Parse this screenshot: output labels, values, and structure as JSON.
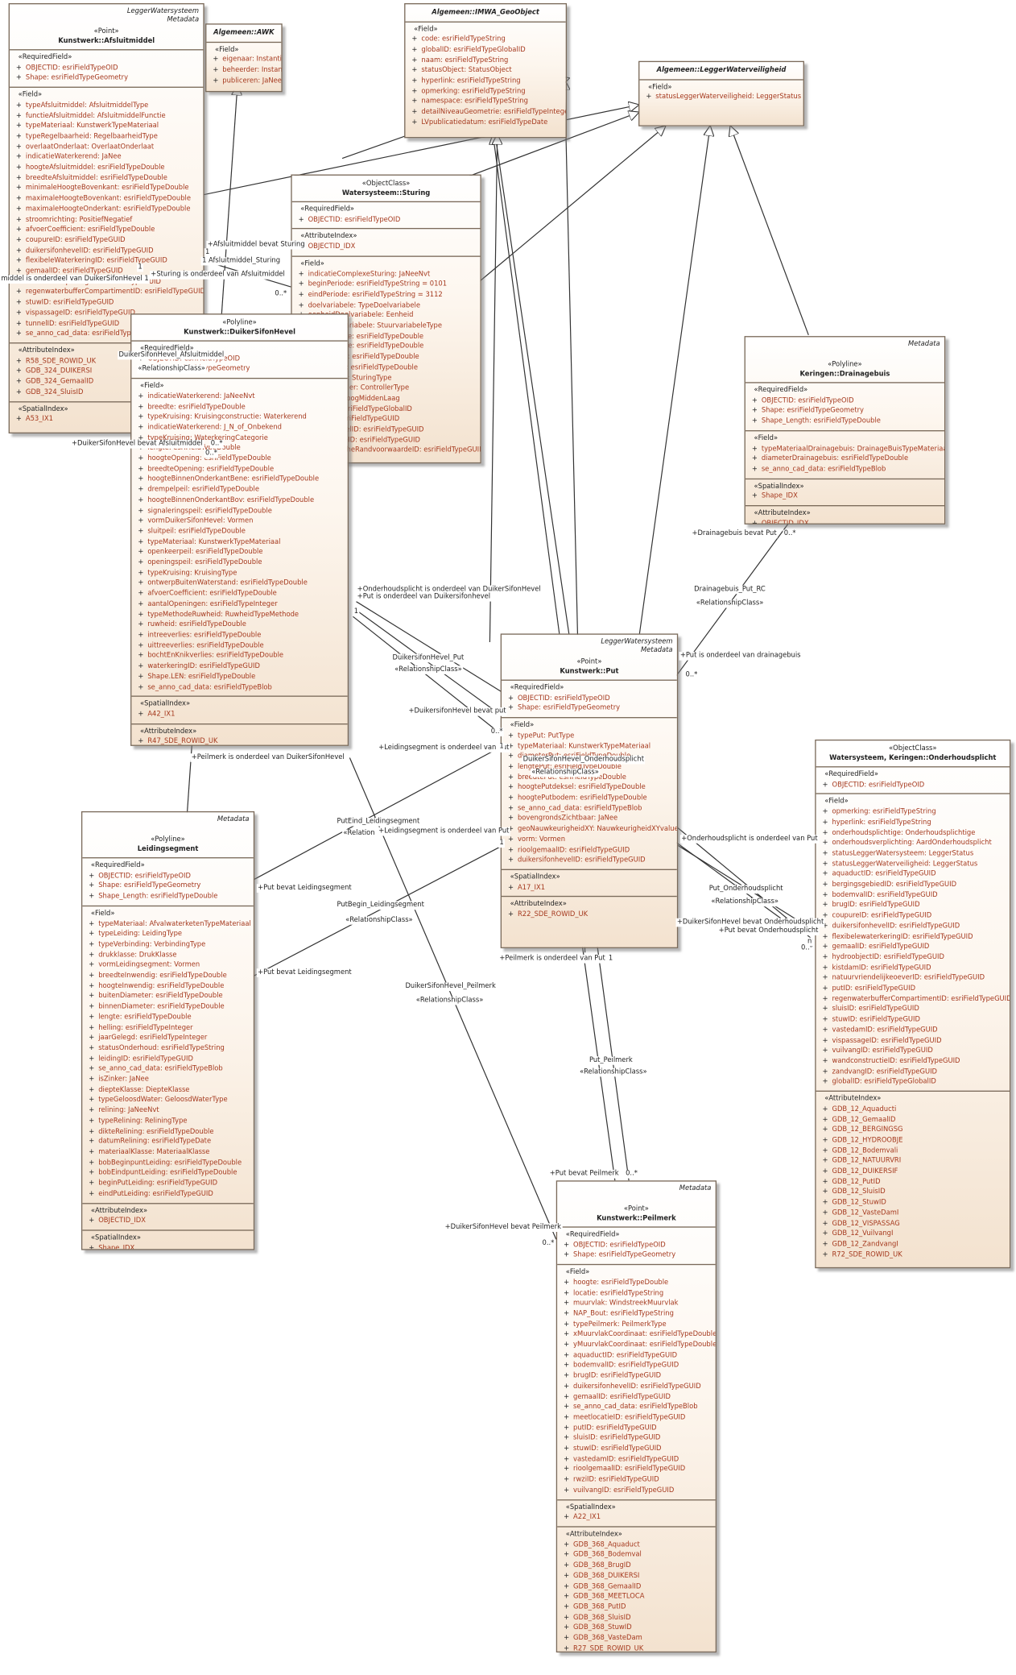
{
  "classes": [
    {
      "id": "afsluitmiddel",
      "pkg": [
        "LeggerWatersysteem",
        "Metadata"
      ],
      "stereotype": "«Point»",
      "name": "Kunstwerk::Afsluitmiddel",
      "italic": false,
      "sections": [
        {
          "title": "«RequiredField»",
          "rows": [
            "OBJECTID: esriFieldTypeOID",
            "Shape: esriFieldTypeGeometry"
          ]
        },
        {
          "title": "«Field»",
          "rows": [
            "typeAfsluitmiddel: AfsluitmiddelType",
            "functieAfsluitmiddel: AfsluitmiddelFunctie",
            "typeMateriaal: KunstwerkTypeMateriaal",
            "typeRegelbaarheid: RegelbaarheidType",
            "overlaatOnderlaat: OverlaatOnderlaat",
            "indicatieWaterkerend: JaNee",
            "hoogteAfsluitmiddel: esriFieldTypeDouble",
            "breedteAfsluitmiddel: esriFieldTypeDouble",
            "minimaleHoogteBovenkant: esriFieldTypeDouble",
            "maximaleHoogteBovenkant: esriFieldTypeDouble",
            "maximaleHoogteOnderkant: esriFieldTypeDouble",
            "stroomrichting: PositiefNegatief",
            "afvoerCoefficient: esriFieldTypeDouble",
            "coupureID: esriFieldTypeGUID",
            "duikersifonhevelID: esriFieldTypeGUID",
            "flexibeleWaterkeringID: esriFieldTypeGUID",
            "gemaalID: esriFieldTypeGUID",
            "kunstwerkOpeningID: esriFieldTypeGUID",
            "regenwaterbufferCompartimentID: esriFieldTypeGUID",
            "stuwID: esriFieldTypeGUID",
            "vispassageID: esriFieldTypeGUID",
            "tunnelID: esriFieldTypeGUID",
            "se_anno_cad_data: esriFieldTypeBlob"
          ]
        },
        {
          "title": "«AttributeIndex»",
          "rows": [
            "R58_SDE_ROWID_UK",
            "GDB_324_DUIKERSI",
            "GDB_324_GemaalID",
            "GDB_324_SluisID"
          ]
        },
        {
          "title": "«SpatialIndex»",
          "rows": [
            "A53_IX1"
          ]
        }
      ]
    },
    {
      "id": "awk",
      "pkg": [],
      "stereotype": "",
      "name": "Algemeen::AWK",
      "italic": true,
      "sections": [
        {
          "title": "«Field»",
          "rows": [
            "eigenaar: Instantie",
            "beheerder: Instantie",
            "publiceren: JaNee = J"
          ]
        }
      ]
    },
    {
      "id": "geoobject",
      "pkg": [],
      "stereotype": "",
      "name": "Algemeen::IMWA_GeoObject",
      "italic": true,
      "sections": [
        {
          "title": "«Field»",
          "rows": [
            "code: esriFieldTypeString",
            "globalID: esriFieldTypeGlobalID",
            "naam: esriFieldTypeString",
            "statusObject: StatusObject",
            "hyperlink: esriFieldTypeString",
            "opmerking: esriFieldTypeString",
            "namespace: esriFieldTypeString",
            "detailNiveauGeometrie: esriFieldTypeInteger",
            "LVpublicatiedatum: esriFieldTypeDate"
          ]
        }
      ]
    },
    {
      "id": "leggerwaterveiligheid",
      "pkg": [],
      "stereotype": "",
      "name": "Algemeen::LeggerWaterveiligheid",
      "italic": true,
      "sections": [
        {
          "title": "«Field»",
          "rows": [
            "statusLeggerWaterveiligheid: LeggerStatus"
          ]
        }
      ]
    },
    {
      "id": "sturing",
      "pkg": [],
      "stereotype": "«ObjectClass»",
      "name": "Watersysteem::Sturing",
      "italic": false,
      "sections": [
        {
          "title": "«RequiredField»",
          "rows": [
            "OBJECTID: esriFieldTypeOID"
          ]
        },
        {
          "title": "«AttributeIndex»",
          "rows": [
            "OBJECTID_IDX"
          ]
        },
        {
          "title": "«Field»",
          "rows": [
            "indicatieComplexeSturing: JaNeeNvt",
            "beginPeriode: esriFieldTypeString = 0101",
            "eindPeriode: esriFieldTypeString = 3112",
            "doelvariabele: TypeDoelvariabele",
            "eenheidDoelvariabele: Eenheid",
            "typeStuurvariabele: StuurvariabeleType",
            "vasteWaarde: esriFieldTypeDouble",
            "streefwaarde: esriFieldTypeDouble",
            "bovengrens: esriFieldTypeDouble",
            "ondergrens: esriFieldTypeDouble",
            "typeSturing: SturingType",
            "typeController: ControllerType",
            "prioriteit: HoogMiddenLaag",
            "globalID: esriFieldTypeGlobalID",
            "pompID: esriFieldTypeGUID",
            "afsluitmiddelID: esriFieldTypeGUID",
            "meetlocatieID: esriFieldTypeGUID",
            "hydrologischeRandvoorwaardeID: esriFieldTypeGUID"
          ]
        }
      ]
    },
    {
      "id": "duiker",
      "pkg": [],
      "stereotype": "«Polyline»",
      "name": "Kunstwerk::DuikerSifonHevel",
      "italic": false,
      "sections": [
        {
          "title": "«RequiredField»",
          "rows": [
            "OBJECTID: esriFieldTypeOID",
            "Shape: esriFieldTypeGeometry"
          ]
        },
        {
          "title": "«Field»",
          "rows": [
            "indicatieWaterkerend: JaNeeNvt",
            "breedte: esriFieldTypeDouble",
            "typeKruising: Kruisingconstructie: Waterkerend",
            "indicatieWaterkerend: J_N_of_Onbekend",
            "typeKruising: WaterkeringCategorie",
            "lengte: esriFieldTypeDouble",
            "hoogteOpening: esriFieldTypeDouble",
            "breedteOpening: esriFieldTypeDouble",
            "hoogteBinnenOnderkantBene: esriFieldTypeDouble",
            "drempelpeil: esriFieldTypeDouble",
            "hoogteBinnenOnderkantBov: esriFieldTypeDouble",
            "signaleringspeil: esriFieldTypeDouble",
            "vormDuikerSifonHevel: Vormen",
            "sluitpeil: esriFieldTypeDouble",
            "typeMateriaal: KunstwerkTypeMateriaal",
            "openkeerpeil: esriFieldTypeDouble",
            "openingspeil: esriFieldTypeDouble",
            "typeKruising: KruisingType",
            "ontwerpBuitenWaterstand: esriFieldTypeDouble",
            "afvoerCoefficient: esriFieldTypeDouble",
            "aantalOpeningen: esriFieldTypeInteger",
            "typeMethodeRuwheid: RuwheidTypeMethode",
            "ruwheid: esriFieldTypeDouble",
            "intreeverlies: esriFieldTypeDouble",
            "uittreeverlies: esriFieldTypeDouble",
            "bochtEnKnikverlies: esriFieldTypeDouble",
            "waterkeringID: esriFieldTypeGUID",
            "Shape.LEN: esriFieldTypeDouble",
            "se_anno_cad_data: esriFieldTypeBlob"
          ]
        },
        {
          "title": "«SpatialIndex»",
          "rows": [
            "A42_IX1"
          ]
        },
        {
          "title": "«AttributeIndex»",
          "rows": [
            "R47_SDE_ROWID_UK"
          ]
        }
      ]
    },
    {
      "id": "drainagebuis",
      "pkg": [
        "Metadata"
      ],
      "stereotype": "«Polyline»",
      "name": "Keringen::Drainagebuis",
      "italic": false,
      "sections": [
        {
          "title": "«RequiredField»",
          "rows": [
            "OBJECTID: esriFieldTypeOID",
            "Shape: esriFieldTypeGeometry",
            "Shape_Length: esriFieldTypeDouble"
          ]
        },
        {
          "title": "«Field»",
          "rows": [
            "typeMateriaalDrainagebuis: DrainageBuisTypeMateriaal",
            "diameterDrainagebuis: esriFieldTypeDouble",
            "se_anno_cad_data: esriFieldTypeBlob"
          ]
        },
        {
          "title": "«SpatialIndex»",
          "rows": [
            "Shape_IDX"
          ]
        },
        {
          "title": "«AttributeIndex»",
          "rows": [
            "OBJECTID_IDX"
          ]
        }
      ]
    },
    {
      "id": "put",
      "pkg": [
        "LeggerWatersysteem",
        "Metadata"
      ],
      "stereotype": "«Point»",
      "name": "Kunstwerk::Put",
      "italic": false,
      "sections": [
        {
          "title": "«RequiredField»",
          "rows": [
            "OBJECTID: esriFieldTypeOID",
            "Shape: esriFieldTypeGeometry"
          ]
        },
        {
          "title": "«Field»",
          "rows": [
            "typePut: PutType",
            "typeMateriaal: KunstwerkTypeMateriaal",
            "diameterPut: esriFieldTypeDouble",
            "lengtePut: esriFieldTypeDouble",
            "breedtePut: esriFieldTypeDouble",
            "hoogtePutdeksel: esriFieldTypeDouble",
            "hoogtePutbodem: esriFieldTypeDouble",
            "se_anno_cad_data: esriFieldTypeBlob",
            "bovengrondsZichtbaar: JaNee",
            "geoNauwkeurigheidXY: NauwkeurigheidXYvalue",
            "vorm: Vormen",
            "rioolgemaalID: esriFieldTypeGUID",
            "duikersifonhevelID: esriFieldTypeGUID"
          ]
        },
        {
          "title": "«SpatialIndex»",
          "rows": [
            "A17_IX1"
          ]
        },
        {
          "title": "«AttributeIndex»",
          "rows": [
            "R22_SDE_ROWID_UK"
          ]
        }
      ]
    },
    {
      "id": "onderhoudsplicht",
      "pkg": [],
      "stereotype": "«ObjectClass»",
      "name": "Watersysteem, Keringen::Onderhoudsplicht",
      "italic": false,
      "sections": [
        {
          "title": "«RequiredField»",
          "rows": [
            "OBJECTID: esriFieldTypeOID"
          ]
        },
        {
          "title": "«Field»",
          "rows": [
            "opmerking: esriFieldTypeString",
            "hyperlink: esriFieldTypeString",
            "onderhoudsplichtige: Onderhoudsplichtige",
            "onderhoudsverplichting: AardOnderhoudsplicht",
            "statusLeggerWatersysteem: LeggerStatus",
            "statusLeggerWaterveiligheid: LeggerStatus",
            "aquaductID: esriFieldTypeGUID",
            "bergingsgebiedID: esriFieldTypeGUID",
            "bodemvalID: esriFieldTypeGUID",
            "brugID: esriFieldTypeGUID",
            "coupureID: esriFieldTypeGUID",
            "duikersifonhevelID: esriFieldTypeGUID",
            "flexibelewaterkeringID: esriFieldTypeGUID",
            "gemaalID: esriFieldTypeGUID",
            "hydroobjectID: esriFieldTypeGUID",
            "kistdamID: esriFieldTypeGUID",
            "natuurvriendelijkeoeverID: esriFieldTypeGUID",
            "putID: esriFieldTypeGUID",
            "regenwaterbufferCompartimentID: esriFieldTypeGUID",
            "sluisID: esriFieldTypeGUID",
            "stuwID: esriFieldTypeGUID",
            "vastedamID: esriFieldTypeGUID",
            "vispassageID: esriFieldTypeGUID",
            "vuilvangID: esriFieldTypeGUID",
            "wandconstructieID: esriFieldTypeGUID",
            "zandvangID: esriFieldTypeGUID",
            "globalID: esriFieldTypeGlobalID"
          ]
        },
        {
          "title": "«AttributeIndex»",
          "rows": [
            "GDB_12_Aquaducti",
            "GDB_12_GemaalID",
            "GDB_12_BERGINGSG",
            "GDB_12_HYDROOBJE",
            "GDB_12_Bodemvali",
            "GDB_12_NATUURVRI",
            "GDB_12_DUIKERSIF",
            "GDB_12_PutID",
            "GDB_12_SluisID",
            "GDB_12_StuwID",
            "GDB_12_VasteDamI",
            "GDB_12_VISPASSAG",
            "GDB_12_VuilvangI",
            "GDB_12_ZandvangI",
            "R72_SDE_ROWID_UK"
          ]
        }
      ]
    },
    {
      "id": "leidingsegment",
      "pkg": [
        "Metadata"
      ],
      "stereotype": "«Polyline»",
      "name": "Leidingsegment",
      "italic": false,
      "sections": [
        {
          "title": "«RequiredField»",
          "rows": [
            "OBJECTID: esriFieldTypeOID",
            "Shape: esriFieldTypeGeometry",
            "Shape_Length: esriFieldTypeDouble"
          ]
        },
        {
          "title": "«Field»",
          "rows": [
            "typeMateriaal: AfvalwaterketenTypeMateriaal",
            "typeLeiding: LeidingType",
            "typeVerbinding: VerbindingType",
            "drukklasse: DrukKlasse",
            "vormLeidingsegment: Vormen",
            "breedteInwendig: esriFieldTypeDouble",
            "hoogteInwendig: esriFieldTypeDouble",
            "buitenDiameter: esriFieldTypeDouble",
            "binnenDiameter: esriFieldTypeDouble",
            "lengte: esriFieldTypeDouble",
            "helling: esriFieldTypeInteger",
            "jaarGelegd: esriFieldTypeInteger",
            "statusOnderhoud: esriFieldTypeString",
            "leidingID: esriFieldTypeGUID",
            "se_anno_cad_data: esriFieldTypeBlob",
            "isZinker: JaNee",
            "diepteKlasse: DiepteKlasse",
            "typeGeloosdWater: GeloosdWaterType",
            "relining: JaNeeNvt",
            "typeRelining: ReliningType",
            "dikteRelining: esriFieldTypeDouble",
            "datumRelining: esriFieldTypeDate",
            "materiaalKlasse: MateriaalKlasse",
            "bobBeginpuntLeiding: esriFieldTypeDouble",
            "bobEindpuntLeiding: esriFieldTypeDouble",
            "beginPutLeiding: esriFieldTypeGUID",
            "eindPutLeiding: esriFieldTypeGUID"
          ]
        },
        {
          "title": "«AttributeIndex»",
          "rows": [
            "OBJECTID_IDX"
          ]
        },
        {
          "title": "«SpatialIndex»",
          "rows": [
            "Shape_IDX"
          ]
        }
      ]
    },
    {
      "id": "peilmerk",
      "pkg": [
        "Metadata"
      ],
      "stereotype": "«Point»",
      "name": "Kunstwerk::Peilmerk",
      "italic": false,
      "sections": [
        {
          "title": "«RequiredField»",
          "rows": [
            "OBJECTID: esriFieldTypeOID",
            "Shape: esriFieldTypeGeometry"
          ]
        },
        {
          "title": "«Field»",
          "rows": [
            "hoogte: esriFieldTypeDouble",
            "locatie: esriFieldTypeString",
            "muurvlak: WindstreekMuurvlak",
            "NAP_Bout: esriFieldTypeString",
            "typePeilmerk: PeilmerkType",
            "xMuurvlakCoordinaat: esriFieldTypeDouble",
            "yMuurvlakCoordinaat: esriFieldTypeDouble",
            "aquaductID: esriFieldTypeGUID",
            "bodemvalID: esriFieldTypeGUID",
            "brugID: esriFieldTypeGUID",
            "duikersifonhevelID: esriFieldTypeGUID",
            "gemaalID: esriFieldTypeGUID",
            "se_anno_cad_data: esriFieldTypeBlob",
            "meetlocatieID: esriFieldTypeGUID",
            "putID: esriFieldTypeGUID",
            "sluisID: esriFieldTypeGUID",
            "stuwID: esriFieldTypeGUID",
            "vastedamID: esriFieldTypeGUID",
            "rioolgemaalID: esriFieldTypeGUID",
            "rwziID: esriFieldTypeGUID",
            "vuilvangID: esriFieldTypeGUID"
          ]
        },
        {
          "title": "«SpatialIndex»",
          "rows": [
            "A22_IX1"
          ]
        },
        {
          "title": "«AttributeIndex»",
          "rows": [
            "GDB_368_Aquaduct",
            "GDB_368_Bodemval",
            "GDB_368_BrugID",
            "GDB_368_DUIKERSI",
            "GDB_368_GemaalID",
            "GDB_368_MEETLOCA",
            "GDB_368_PutID",
            "GDB_368_SluisID",
            "GDB_368_StuwID",
            "GDB_368_VasteDam",
            "R27_SDE_ROWID_UK"
          ]
        }
      ]
    }
  ],
  "labels": [
    {
      "id": "l1",
      "text": "+Afsluitmiddel bevat Sturing"
    },
    {
      "id": "l2",
      "text": "1  Afsluitmiddel_Sturing"
    },
    {
      "id": "l3",
      "text": "+Sturing is onderdeel van Afsluitmiddel"
    },
    {
      "id": "l4",
      "text": "middel is onderdeel van DuikerSifonHevel  1"
    },
    {
      "id": "l5",
      "text": "0..*"
    },
    {
      "id": "l6",
      "text": "DuikerSifonHevel_Afsluitmiddel"
    },
    {
      "id": "l7",
      "text": "«RelationshipClass»"
    },
    {
      "id": "l8",
      "text": "+DuikerSifonHevel bevat Afsluitmiddel"
    },
    {
      "id": "l9",
      "text": "0..*"
    },
    {
      "id": "l10",
      "text": "+Onderhoudsplicht is onderdeel van DuikerSifonHevel"
    },
    {
      "id": "l11",
      "text": "+Put is onderdeel van Duikersifonhevel"
    },
    {
      "id": "l12",
      "text": "DuikersifonHevel_Put"
    },
    {
      "id": "l13",
      "text": "«RelationshipClass»"
    },
    {
      "id": "l14",
      "text": "+DuikersifonHevel bevat put"
    },
    {
      "id": "l15",
      "text": "+Leidingsegment is onderdeel van Put"
    },
    {
      "id": "l16",
      "text": "+Peilmerk is onderdeel van DuikerSifonHevel"
    },
    {
      "id": "l17",
      "text": "PutEind_Leidingsegment"
    },
    {
      "id": "l18",
      "text": "«Relation"
    },
    {
      "id": "l19",
      "text": "+Leidingsegment is onderdeel van Put"
    },
    {
      "id": "l20",
      "text": "+Put bevat Leidingsegment"
    },
    {
      "id": "l21",
      "text": "PutBegin_Leidingsegment"
    },
    {
      "id": "l22",
      "text": "«RelationshipClass»"
    },
    {
      "id": "l23",
      "text": "+Put bevat Leidingsegment"
    },
    {
      "id": "l24",
      "text": "DuikerSifonHevel_Peilmerk"
    },
    {
      "id": "l25",
      "text": "«RelationshipClass»"
    },
    {
      "id": "l26",
      "text": "+DuikerSifonHevel bevat Peilmerk"
    },
    {
      "id": "l27",
      "text": "0..*"
    },
    {
      "id": "l28",
      "text": "+Peilmerk is onderdeel van Put"
    },
    {
      "id": "l29",
      "text": "Put_Peilmerk"
    },
    {
      "id": "l30",
      "text": "«RelationshipClass»"
    },
    {
      "id": "l31",
      "text": "+Put bevat Peilmerk"
    },
    {
      "id": "l32",
      "text": "0..*"
    },
    {
      "id": "l33",
      "text": "+Drainagebuis bevat Put"
    },
    {
      "id": "l34",
      "text": "0..*"
    },
    {
      "id": "l35",
      "text": "Drainagebuis_Put_RC"
    },
    {
      "id": "l36",
      "text": "«RelationshipClass»"
    },
    {
      "id": "l37",
      "text": "+Put is onderdeel van drainagebuis"
    },
    {
      "id": "l38",
      "text": "0..*"
    },
    {
      "id": "l39",
      "text": "+Onderhoudsplicht is onderdeel van Put"
    },
    {
      "id": "l40",
      "text": "Put_Onderhoudsplicht"
    },
    {
      "id": "l41",
      "text": "«RelationshipClass»"
    },
    {
      "id": "l42",
      "text": "+DuikerSifonHevel bevat Onderhoudsplicht"
    },
    {
      "id": "l43",
      "text": "+Put bevat Onderhoudsplicht"
    },
    {
      "id": "l44",
      "text": "0..*"
    },
    {
      "id": "l45",
      "text": "DuikerSifonHevel_Onderhoudsplicht"
    },
    {
      "id": "l46",
      "text": "«RelationshipClass»"
    },
    {
      "id": "l47",
      "text": "1"
    },
    {
      "id": "l48",
      "text": "1"
    },
    {
      "id": "l49",
      "text": "1"
    },
    {
      "id": "l50",
      "text": "1"
    },
    {
      "id": "l51",
      "text": "1"
    },
    {
      "id": "l52",
      "text": "1"
    },
    {
      "id": "l53",
      "text": "0..*"
    },
    {
      "id": "l54",
      "text": "n"
    },
    {
      "id": "l55",
      "text": "0..*"
    }
  ]
}
